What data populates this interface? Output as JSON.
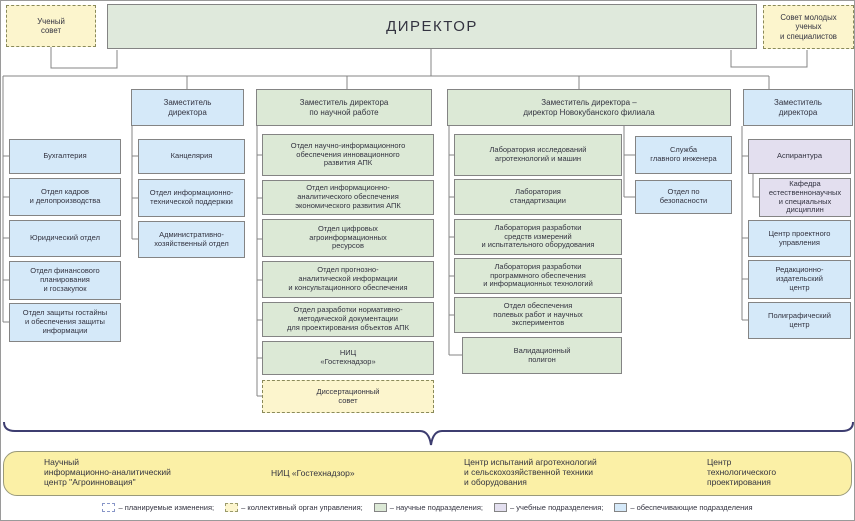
{
  "title_row": {
    "uchenyi_sovet": "Ученый\nсовет",
    "director": "ДИРЕКТОР",
    "sovet_molodykh": "Совет молодых\nученых\nи специалистов"
  },
  "columns": [
    {
      "name": "admin-left",
      "header": "",
      "boxes": [
        {
          "label": "Бухгалтерия",
          "type": "support"
        },
        {
          "label": "Отдел кадров\nи делопроизводства",
          "type": "support"
        },
        {
          "label": "Юридический отдел",
          "type": "support"
        },
        {
          "label": "Отдел финансового\nпланирования\nи госзакупок",
          "type": "support"
        },
        {
          "label": "Отдел защиты гостайны\nи обеспечения защиты\nинформации",
          "type": "support"
        }
      ]
    },
    {
      "name": "deputy-admin",
      "header": "Заместитель\nдиректора",
      "boxes": [
        {
          "label": "Канцелярия",
          "type": "support"
        },
        {
          "label": "Отдел информационно-\nтехнической поддержки",
          "type": "support"
        },
        {
          "label": "Административно-\nхозяйственный отдел",
          "type": "support"
        }
      ]
    },
    {
      "name": "deputy-science",
      "header": "Заместитель директора\nпо научной работе",
      "boxes": [
        {
          "label": "Отдел научно-информационного\nобеспечения инновационного\nразвития АПК",
          "type": "science"
        },
        {
          "label": "Отдел информационно-\nаналитического обеспечения\nэкономического развития АПК",
          "type": "science"
        },
        {
          "label": "Отдел цифровых\nагроинформационных\nресурсов",
          "type": "science"
        },
        {
          "label": "Отдел прогнозно-\nаналитической информации\nи консультационного обеспечения",
          "type": "science"
        },
        {
          "label": "Отдел разработки нормативно-\nметодической документации\nдля проектирования объектов АПК",
          "type": "science"
        },
        {
          "label": "НИЦ\n«Гостехнадзор»",
          "type": "science"
        },
        {
          "label": "Диссертационный\nсовет",
          "type": "collegial"
        }
      ]
    },
    {
      "name": "branch",
      "header": "Заместитель директора –\nдиректор Новокубанского филиала",
      "boxes": [
        {
          "label": "Лаборатория исследований\nагротехнологий и машин",
          "type": "science"
        },
        {
          "label": "Лаборатория\nстандартизации",
          "type": "science"
        },
        {
          "label": "Лаборатория разработки\nсредств измерений\nи испытательного оборудования",
          "type": "science"
        },
        {
          "label": "Лаборатория разработки\nпрограммного обеспечения\nи информационных технологий",
          "type": "science"
        },
        {
          "label": "Отдел обеспечения\nполевых работ и научных\nэкспериментов",
          "type": "science"
        },
        {
          "label": "Валидационный\nполигон",
          "type": "science"
        }
      ]
    },
    {
      "name": "branch-services",
      "header": "",
      "boxes": [
        {
          "label": "Служба\nглавного инженера",
          "type": "support"
        },
        {
          "label": "Отдел по\nбезопасности",
          "type": "support"
        }
      ]
    },
    {
      "name": "deputy-right",
      "header": "Заместитель\nдиректора",
      "boxes": [
        {
          "label": "Аспирантура",
          "type": "education"
        },
        {
          "label": "Кафедра\nестественнонаучных\nи специальных\nдисциплин",
          "type": "education"
        },
        {
          "label": "Центр проектного\nуправления",
          "type": "support"
        },
        {
          "label": "Редакционно-\nиздательский\nцентр",
          "type": "support"
        },
        {
          "label": "Полиграфический\nцентр",
          "type": "support"
        }
      ]
    }
  ],
  "planned_bar": {
    "items": [
      "Научный\nинформационно-аналитический\nцентр \"Агроинновация\"",
      "НИЦ «Гостехнадзор»",
      "Центр испытаний агротехнологий\nи сельскохозяйственной техники\nи оборудования",
      "Центр\nтехнологического\nпроектирования"
    ]
  },
  "legend": {
    "items": [
      {
        "swatch": "planned",
        "label": "– планируемые изменения;"
      },
      {
        "swatch": "collegial",
        "label": "– коллективный орган управления;"
      },
      {
        "swatch": "science",
        "label": "– научные подразделения;"
      },
      {
        "swatch": "education",
        "label": "– учебные подразделения;"
      },
      {
        "swatch": "support",
        "label": "– обеспечивающие подразделения"
      }
    ]
  },
  "colors": {
    "science_green": "#DCE9D6",
    "support_blue": "#D5E9F9",
    "education_lavender": "#E3DFEF",
    "collegial_yellow": "#FCF5CD",
    "planned_bar_yellow": "#FBF0A6",
    "brace_navy": "#3D3D70",
    "line_gray": "#848484",
    "text": "#333340"
  }
}
